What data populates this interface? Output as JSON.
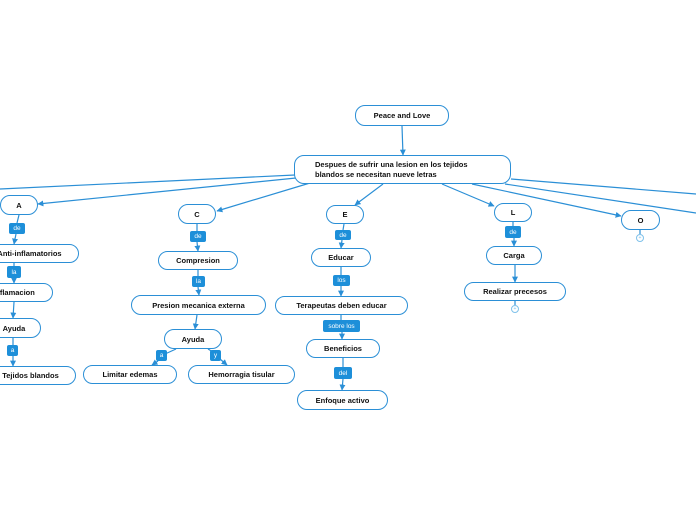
{
  "nodes": {
    "root": "Peace and Love",
    "center": "Despues de sufrir una lesion en los tejidos blandos se necesitan nueve letras",
    "a": "A",
    "anti": "Anti-inflamatorios",
    "inflamacion": "Inflamacion",
    "ayuda_a": "Ayuda",
    "tejidos": "Tejidos blandos",
    "c": "C",
    "compresion": "Compresion",
    "presion": "Presion mecanica externa",
    "ayuda_c": "Ayuda",
    "limitar": "Limitar edemas",
    "hemorragia": "Hemorragia tisular",
    "e": "E",
    "educar": "Educar",
    "terapeutas": "Terapeutas deben educar",
    "beneficios": "Beneficios",
    "enfoque": "Enfoque activo",
    "l": "L",
    "carga": "Carga",
    "realizar": "Realizar precesos",
    "o": "O"
  },
  "labels": {
    "de_a": "de",
    "la_a": "la",
    "a_a": "a",
    "de_c": "de",
    "la_c": "la",
    "a_c": "a",
    "y_c": "y",
    "de_e": "de",
    "los_e": "los",
    "sobre_los": "sobre los",
    "del_e": "del",
    "de_l": "de"
  },
  "collapse_markers": {
    "l_branch": "+",
    "o_branch": "+"
  },
  "colors": {
    "node_border": "#2b8fd6",
    "link_label_bg": "#1d8fd9",
    "connector": "#2b8fd6"
  }
}
